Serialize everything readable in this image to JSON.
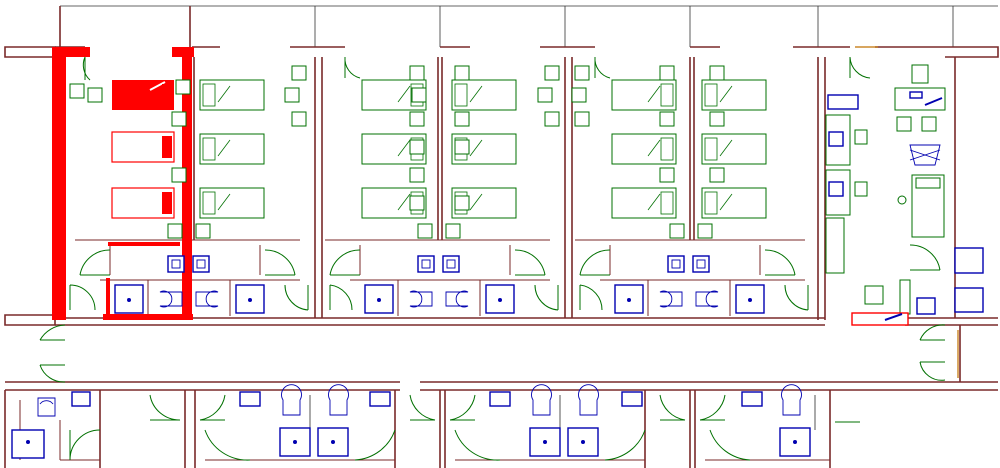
{
  "drawing": {
    "colors": {
      "wall": "#7a2a2a",
      "highlight": "#ff0000",
      "furniture": "#007000",
      "fixtures": "#0000b0",
      "background": "#ffffff"
    },
    "units": {
      "dorm_rooms": 6,
      "beds_per_room": 3,
      "highlighted_room": 1,
      "bottom_bathrooms": 4
    }
  }
}
